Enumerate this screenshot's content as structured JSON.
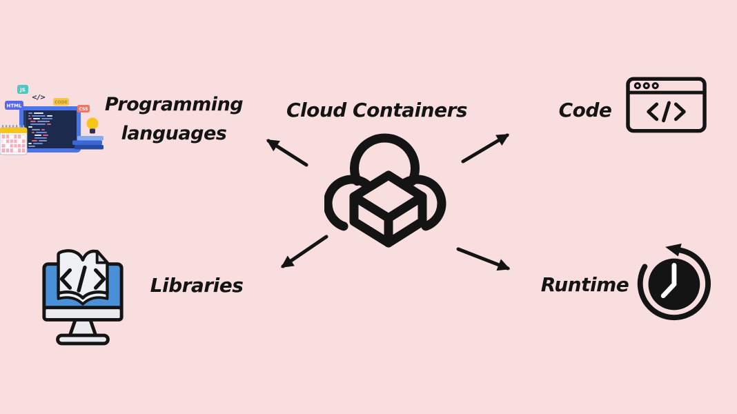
{
  "page": {
    "background_color": "#F8DEDF",
    "ink_color": "#141414"
  },
  "title": {
    "text": "Cloud Containers"
  },
  "nodes": {
    "programming": {
      "line1": "Programming",
      "line2": "languages"
    },
    "code": {
      "label": "Code"
    },
    "libraries": {
      "label": "Libraries"
    },
    "runtime": {
      "label": "Runtime"
    }
  },
  "center_icon": {
    "name": "cloud-container-icon",
    "shape": "cloud outline with 3D cube"
  },
  "arrows": [
    {
      "from": "center",
      "to": "programming-languages",
      "direction": "upper-left"
    },
    {
      "from": "center",
      "to": "code",
      "direction": "upper-right"
    },
    {
      "from": "center",
      "to": "libraries",
      "direction": "lower-left"
    },
    {
      "from": "center",
      "to": "runtime",
      "direction": "lower-right"
    }
  ],
  "illustration": {
    "badges": {
      "js": "JS",
      "html": "HTML",
      "code": "CODE",
      "css": "CSS"
    },
    "code_glyph": "</>",
    "colors": {
      "js_badge": "#4FC8C0",
      "html_badge": "#5566F0",
      "code_badge": "#F2C94C",
      "code_badge_text": "#C8861F",
      "css_badge": "#EF7568",
      "editor_frame": "#4A74E8",
      "editor_screen": "#1C2A4E",
      "calendar_header": "#F5C51C",
      "calendar_cells": "#F5AEBE",
      "lightbulb": "#F6C51A",
      "book_light": "#85ABF0",
      "book_mid": "#3B66D8",
      "book_dark": "#274B9E",
      "monitor_screen_blue": "#4A90D9",
      "monitor_gray": "#E9EBEF",
      "page_fill": "#EEF0F4"
    }
  }
}
